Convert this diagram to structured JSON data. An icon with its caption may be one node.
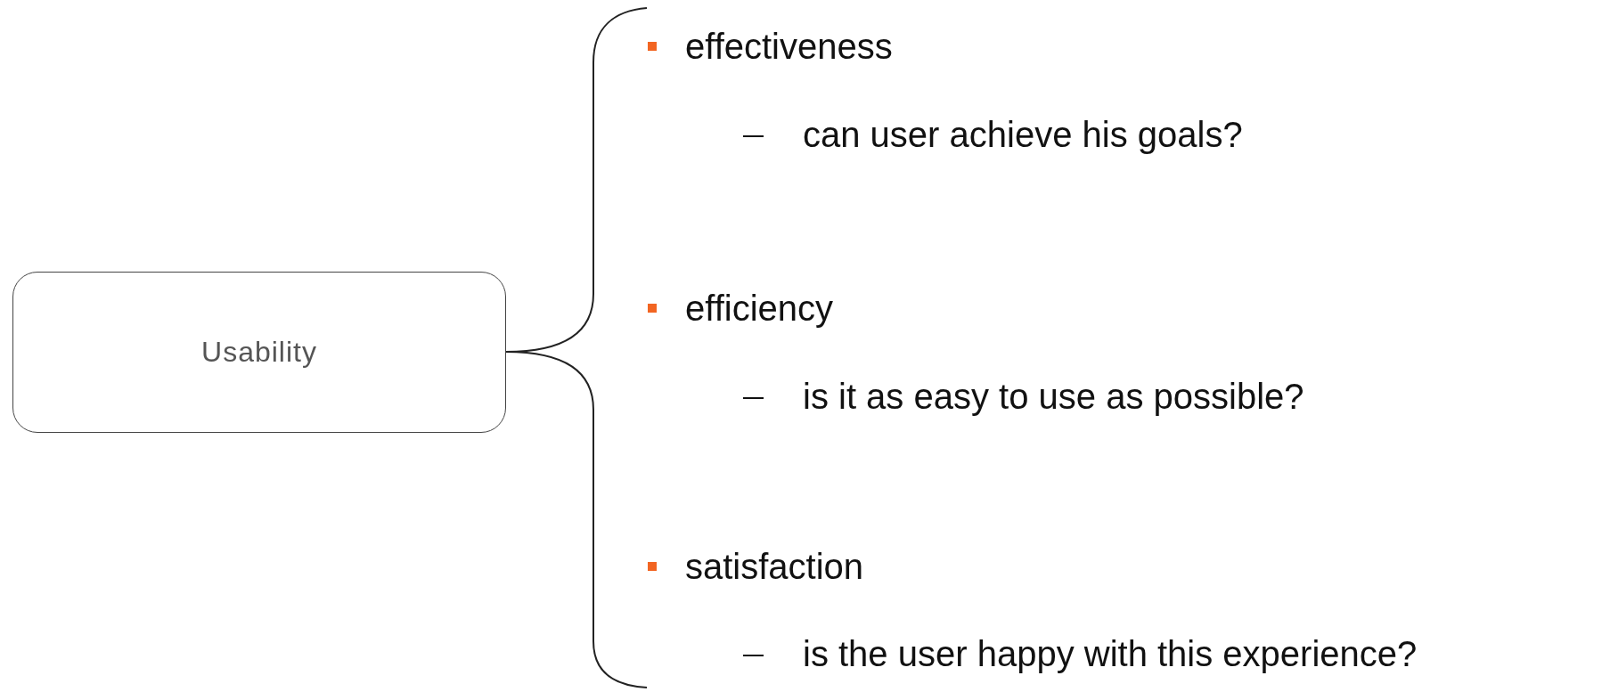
{
  "diagram": {
    "nodes": [
      {
        "text": [
          "Usability"
        ]
      }
    ],
    "labels": [
      "effectiveness",
      "can user achieve his goals?",
      "efficiency",
      "is it as easy to use as possible?",
      "satisfaction",
      "is the user happy with this experience?"
    ]
  }
}
